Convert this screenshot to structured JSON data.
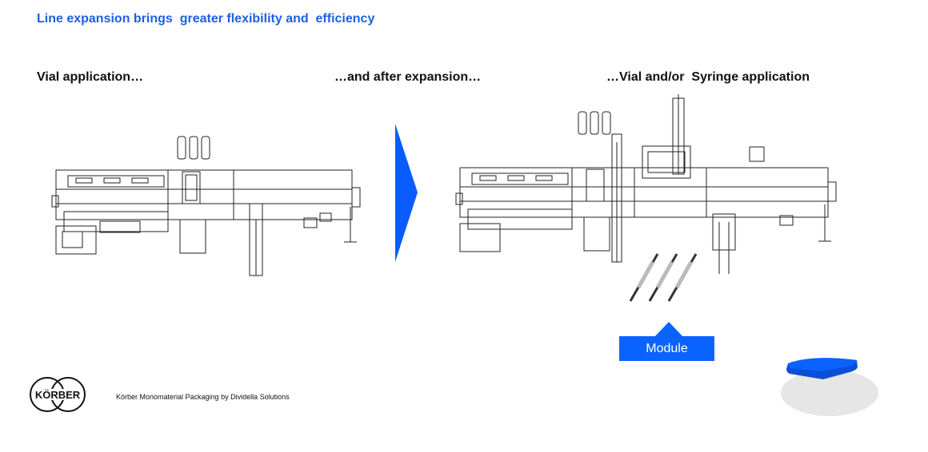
{
  "title": "Line expansion brings  greater flexibility and  efficiency",
  "headings": {
    "left": "Vial application…",
    "middle": "…and after expansion…",
    "right": "…Vial and/or  Syringe application"
  },
  "module_label": "Module",
  "logo_text": "KÖRBER",
  "footer": "Körber Monomaterial Packaging by Dividella Solutions",
  "colors": {
    "accent": "#1f5fe0",
    "module": "#0a63ff",
    "arrow": "#0a5cff"
  }
}
